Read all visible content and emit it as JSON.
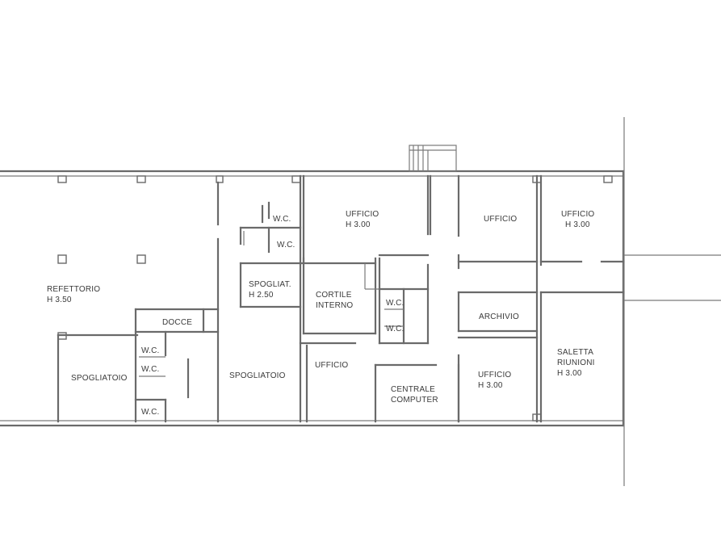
{
  "plan": {
    "rooms": [
      {
        "id": "refettorio",
        "name": "REFETTORIO",
        "height": "H 3.50"
      },
      {
        "id": "wc-1",
        "name": "W.C."
      },
      {
        "id": "wc-2",
        "name": "W.C."
      },
      {
        "id": "ufficio-1",
        "name": "UFFICIO",
        "height": "H 3.00"
      },
      {
        "id": "ufficio-2",
        "name": "UFFICIO"
      },
      {
        "id": "ufficio-3",
        "name": "UFFICIO",
        "height": "H 3.00"
      },
      {
        "id": "spogliat",
        "name": "SPOGLIAT.",
        "height": "H 2.50"
      },
      {
        "id": "cortile",
        "name": "CORTILE",
        "name2": "INTERNO"
      },
      {
        "id": "wc-3",
        "name": "W.C."
      },
      {
        "id": "wc-4",
        "name": "W.C."
      },
      {
        "id": "archivio",
        "name": "ARCHIVIO"
      },
      {
        "id": "docce",
        "name": "DOCCE"
      },
      {
        "id": "wc-5",
        "name": "W.C."
      },
      {
        "id": "wc-6",
        "name": "W.C."
      },
      {
        "id": "wc-7",
        "name": "W.C."
      },
      {
        "id": "spogliatoio-1",
        "name": "SPOGLIATOIO"
      },
      {
        "id": "spogliatoio-2",
        "name": "SPOGLIATOIO"
      },
      {
        "id": "ufficio-4",
        "name": "UFFICIO"
      },
      {
        "id": "centrale",
        "name": "CENTRALE",
        "name2": "COMPUTER"
      },
      {
        "id": "ufficio-5",
        "name": "UFFICIO",
        "height": "H 3.00"
      },
      {
        "id": "saletta",
        "name": "SALETTA",
        "name2": "RIUNIONI",
        "height": "H 3.00"
      }
    ]
  }
}
